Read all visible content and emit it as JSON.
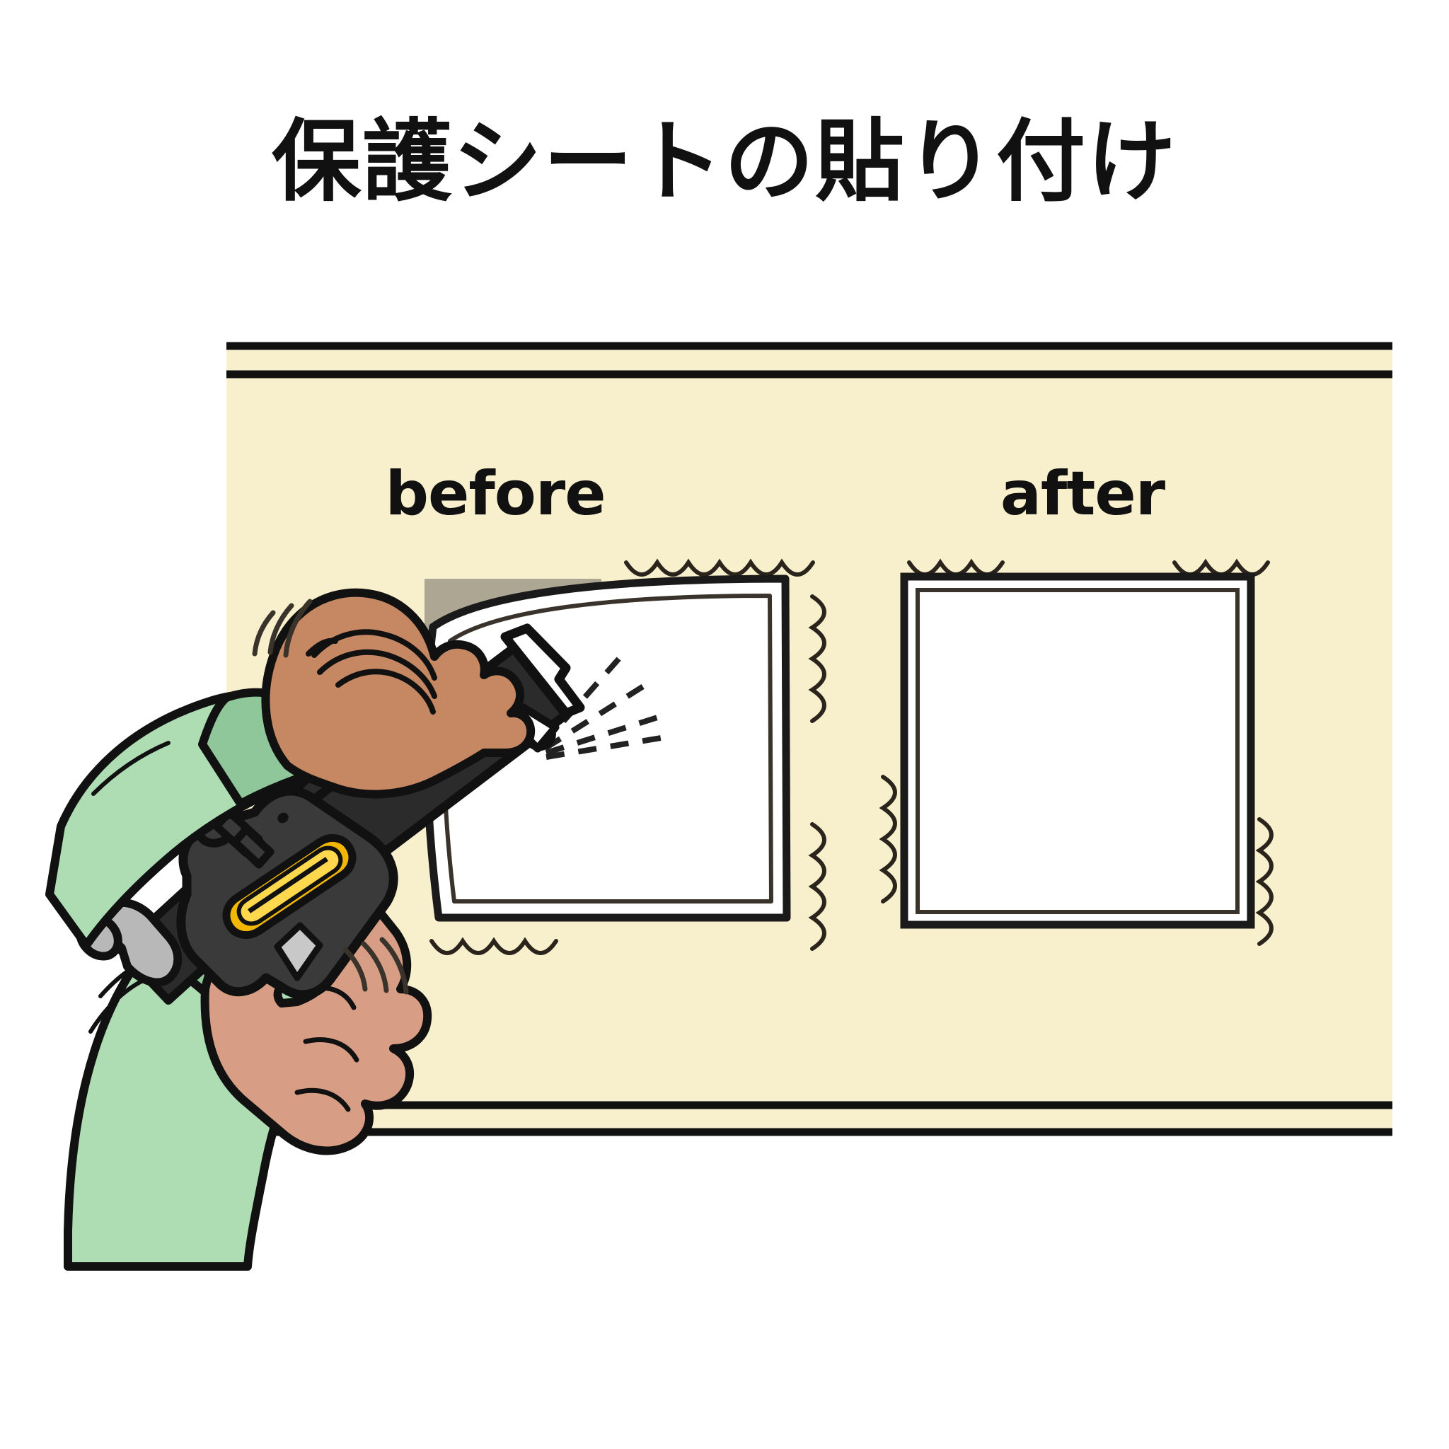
{
  "page": {
    "title": "保護シートの貼り付け",
    "background_color": "#FFFFFF"
  },
  "panel": {
    "name": "wall-panel",
    "fill_color": "#F8F0CC",
    "line_color": "#111111"
  },
  "comparison": {
    "before": {
      "label": "before",
      "sheet_color": "#FFFFFF",
      "shadow_color": "#ADA693",
      "state": "protective-sheet-being-applied"
    },
    "after": {
      "label": "after",
      "sheet_color": "#FFFFFF",
      "state": "protective-sheet-applied-clean"
    }
  },
  "tool": {
    "name": "spray-gun",
    "body_color": "#2B2B2B",
    "accent_color": "#F2B705",
    "accent_inner_color": "#FFD84D",
    "metal_color": "#B8B8B8",
    "nozzle_color": "#FFFFFF",
    "spray_color": "#222222"
  },
  "person": {
    "sleeve_color": "#AEDDB4",
    "cuff_color": "#8FC79A",
    "upper_hand_color": "#C68763",
    "lower_hand_color": "#D79E85",
    "outline_color": "#111111"
  },
  "icons": {
    "sparkle": "sparkle-wave-icon",
    "motion": "motion-lines-icon",
    "spray": "spray-dashes-icon"
  }
}
